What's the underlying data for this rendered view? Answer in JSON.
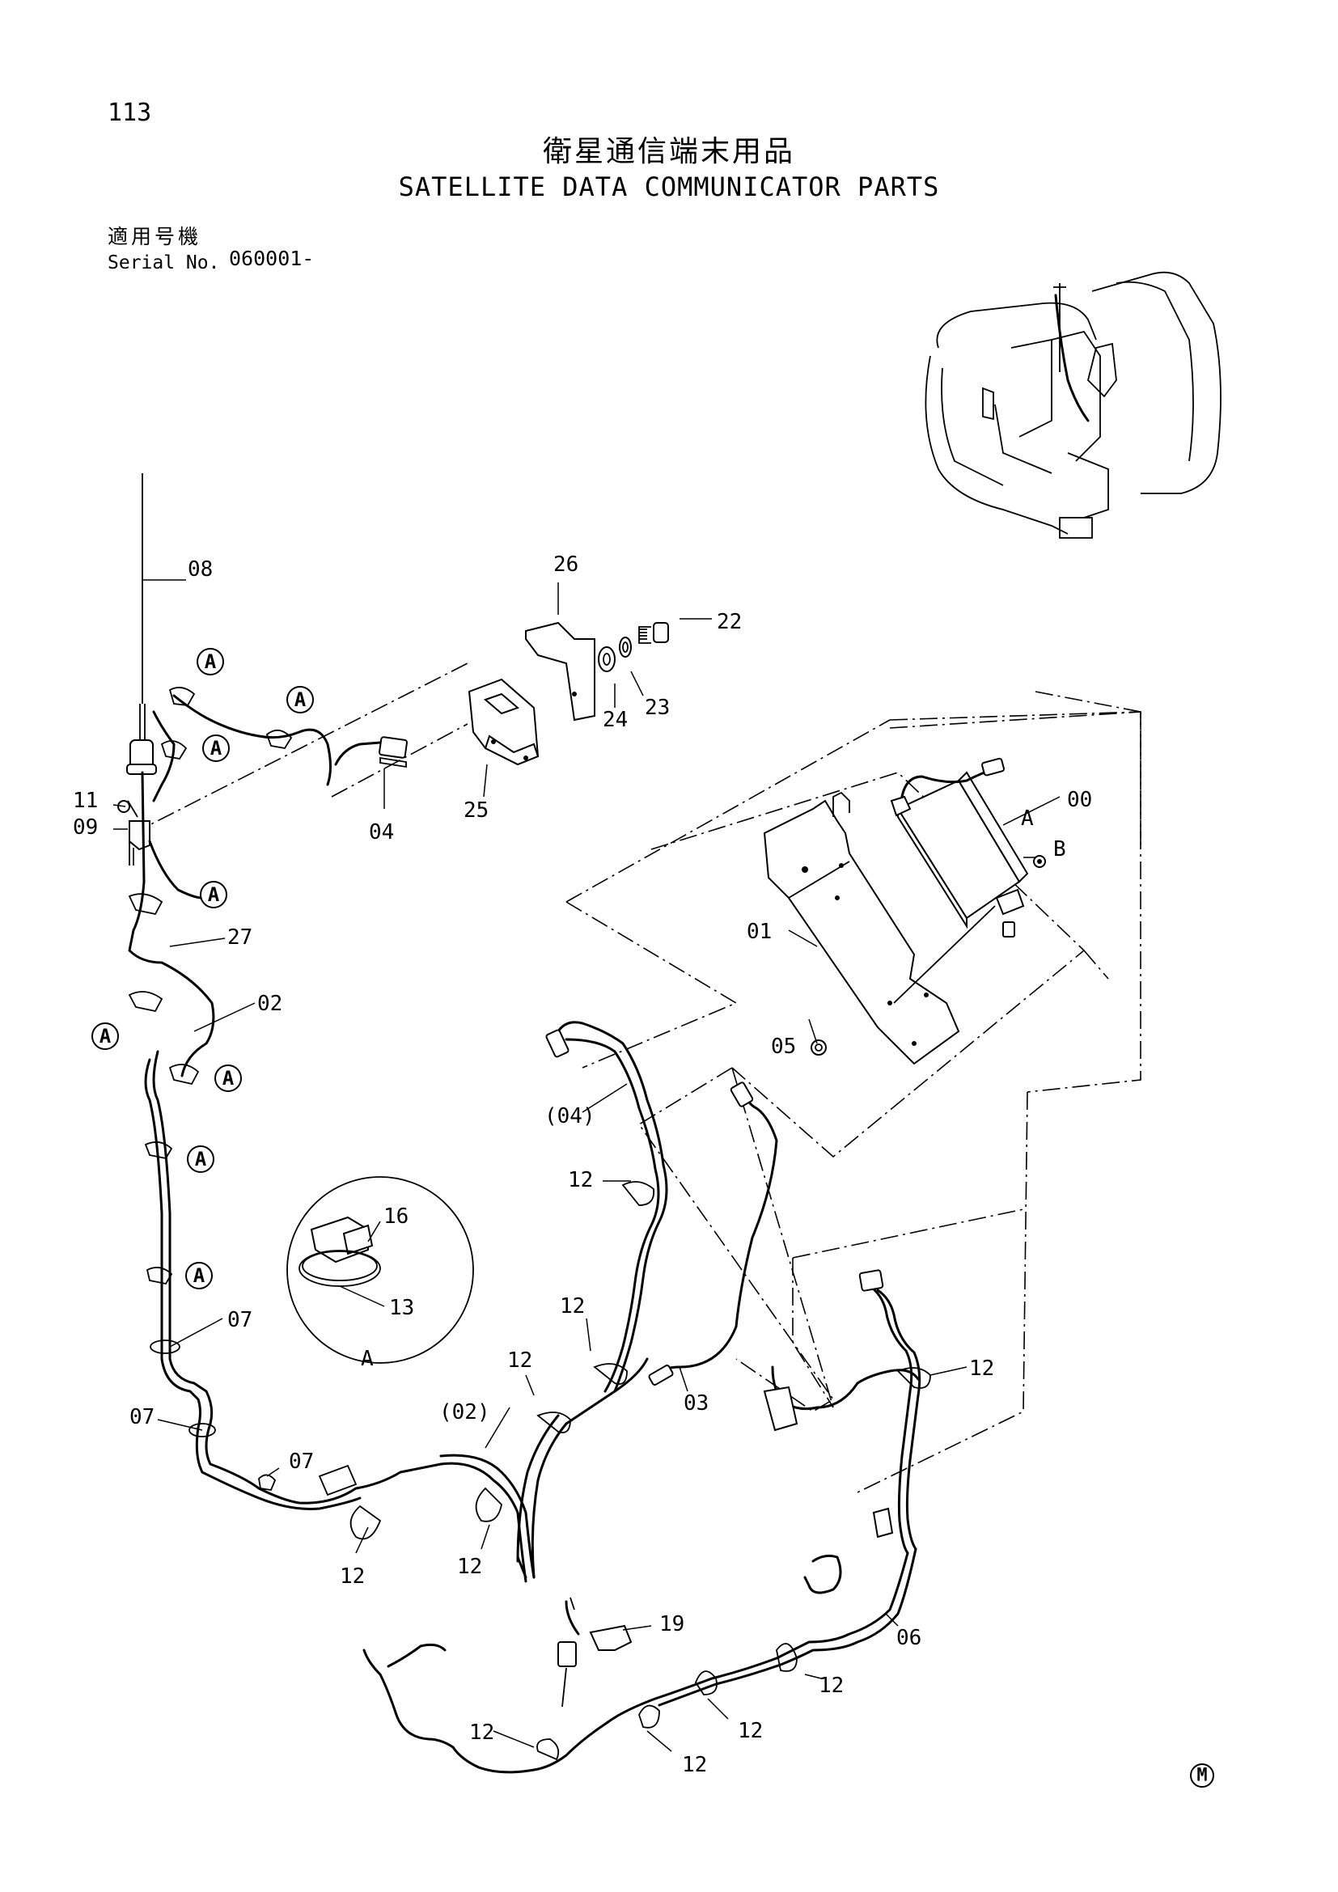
{
  "page": {
    "number": "113",
    "title_jp": "衛星通信端末用品",
    "title_en": "SATELLITE DATA COMMUNICATOR PARTS",
    "serial_label_jp": "適用号機",
    "serial_label_en": "Serial No.",
    "serial_value": "060001-",
    "footer_mark": "M"
  },
  "callouts": {
    "p08": "08",
    "p26": "26",
    "p22": "22",
    "p24": "24",
    "p23": "23",
    "p25": "25",
    "p04": "04",
    "p11": "11",
    "p09": "09",
    "p00": "00",
    "p01": "01",
    "p05": "05",
    "p27": "27",
    "p02": "02",
    "p04b": "(04)",
    "p12a": "12",
    "p16": "16",
    "p13": "13",
    "p07a": "07",
    "p12b": "12",
    "p12c": "12",
    "p03": "03",
    "p02b": "(02)",
    "p12d": "12",
    "p07b": "07",
    "p07c": "07",
    "p12e": "12",
    "p12f": "12",
    "p06": "06",
    "p19": "19",
    "p12g": "12",
    "p12h": "12",
    "p12i": "12",
    "p12j": "12"
  },
  "markers": {
    "A": "A",
    "B": "B",
    "detail_label": "A"
  }
}
